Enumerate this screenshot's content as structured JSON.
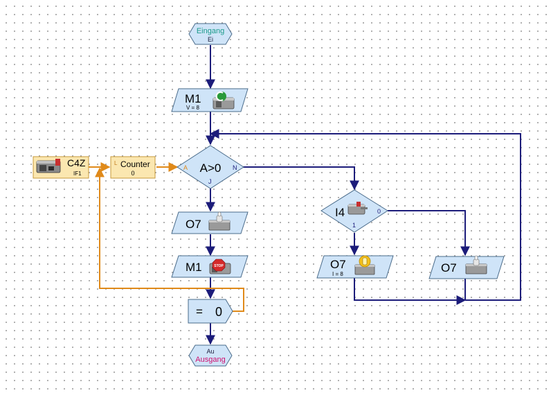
{
  "colors": {
    "block_fill": "#cfe4f8",
    "block_stroke": "#4a6b8a",
    "flow_line": "#1c1c7a",
    "data_line": "#e08a1a",
    "io_fill": "#fbe7b0",
    "io_stroke": "#c79a3a",
    "start_label": "#1a9a8a",
    "end_label": "#d01070"
  },
  "start": {
    "title": "Eingang",
    "sub": "Ei",
    "icon": ""
  },
  "motor_on": {
    "name": "M1",
    "param": "V = 8",
    "icon": "motor-on-icon"
  },
  "branch_counter": {
    "condition": "A>0",
    "in_label": "A",
    "no_label": "N",
    "yes_label": "J"
  },
  "counter_var": {
    "prefix": "L",
    "name": "Counter",
    "value": "0"
  },
  "input_c4z": {
    "name": "C4Z",
    "sub": "IF1",
    "icon": "counter-input-icon"
  },
  "output_o7_a": {
    "name": "O7",
    "icon": "lamp-off-icon"
  },
  "motor_stop": {
    "name": "M1",
    "icon": "stop-icon"
  },
  "assign": {
    "op": "=",
    "value": "0"
  },
  "end": {
    "sub": "Au",
    "title": "Ausgang"
  },
  "branch_i4": {
    "name": "I4",
    "zero_label": "0",
    "one_label": "1",
    "icon": "switch-icon"
  },
  "output_o7_on": {
    "name": "O7",
    "param": "I = 8",
    "icon": "lamp-on-icon"
  },
  "output_o7_off": {
    "name": "O7",
    "icon": "lamp-off-icon"
  }
}
